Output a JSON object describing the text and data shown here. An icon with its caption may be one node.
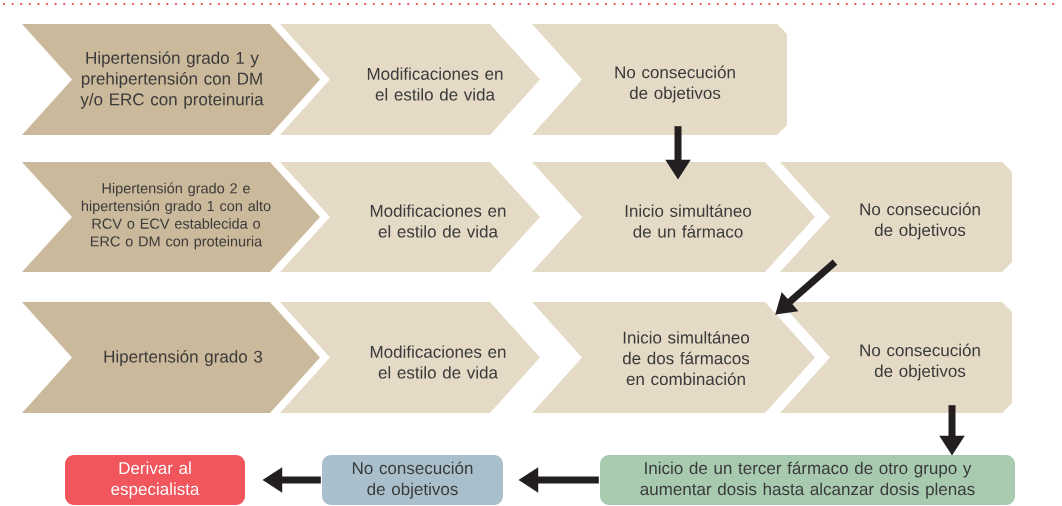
{
  "diagram": {
    "nodes": [
      {
        "text": [
          "Hipertensión grado 1 y prehipertensión con DM y/o ERC con proteinuria"
        ]
      },
      {
        "text": [
          "Modificaciones en el estilo de vida"
        ]
      },
      {
        "text": [
          "No consecución de objetivos"
        ]
      },
      {
        "text": [
          "Hipertensión grado 2 e hipertensión grado 1 con alto RCV o ECV establecida o ERC o DM con proteinuria"
        ]
      },
      {
        "text": [
          "Modificaciones en el estilo de vida"
        ]
      },
      {
        "text": [
          "Inicio simultáneo de un fármaco"
        ]
      },
      {
        "text": [
          "No consecución de objetivos"
        ]
      },
      {
        "text": [
          "Hipertensión  grado 3"
        ]
      },
      {
        "text": [
          "Modificaciones en el estilo de vida"
        ]
      },
      {
        "text": [
          "Inicio simultáneo de dos fármacos en combinación"
        ]
      },
      {
        "text": [
          "No consecución de objetivos"
        ]
      },
      {
        "text": [
          "Derivar al especialista"
        ]
      },
      {
        "text": [
          "No consecución de objetivos"
        ]
      },
      {
        "text": [
          "Inicio de un tercer fármaco de otro grupo y aumentar dosis hasta alcanzar dosis plenas"
        ]
      }
    ],
    "edges": [
      {
        "from": 2,
        "to": 5,
        "arrow": "to"
      },
      {
        "from": 6,
        "to": 9,
        "arrow": "to"
      },
      {
        "from": 10,
        "to": 13,
        "arrow": "to"
      },
      {
        "from": 13,
        "to": 12,
        "arrow": "to"
      },
      {
        "from": 12,
        "to": 11,
        "arrow": "to"
      }
    ]
  }
}
